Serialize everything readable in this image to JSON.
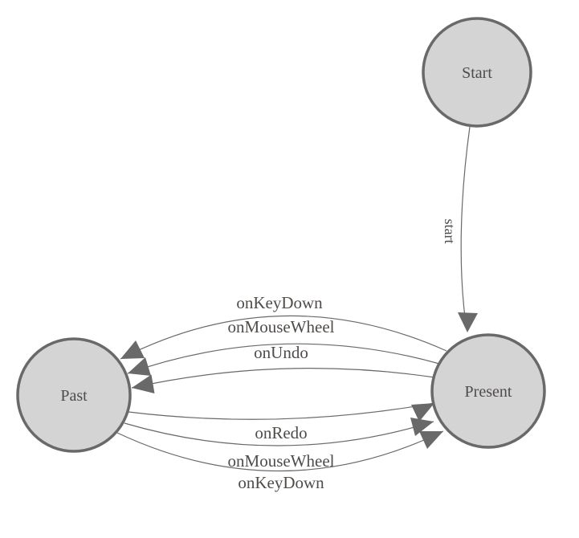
{
  "colors": {
    "background": "#ffffff",
    "node_fill": "#d4d4d4",
    "node_stroke": "#696969",
    "edge_color": "#696969",
    "label_color": "#4f4c4a"
  },
  "diagram": {
    "type": "state-diagram",
    "nodes": [
      {
        "id": "start-node",
        "label": "Start"
      },
      {
        "id": "past-node",
        "label": "Past"
      },
      {
        "id": "present-node",
        "label": "Present"
      }
    ],
    "edges": [
      {
        "from": "Start",
        "to": "Present",
        "label": "start"
      },
      {
        "from": "Present",
        "to": "Past",
        "label": "onKeyDown"
      },
      {
        "from": "Present",
        "to": "Past",
        "label": "onMouseWheel"
      },
      {
        "from": "Present",
        "to": "Past",
        "label": "onUndo"
      },
      {
        "from": "Past",
        "to": "Present",
        "label": "onRedo"
      },
      {
        "from": "Past",
        "to": "Present",
        "label": "onMouseWheel"
      },
      {
        "from": "Past",
        "to": "Present",
        "label": "onKeyDown"
      }
    ]
  }
}
